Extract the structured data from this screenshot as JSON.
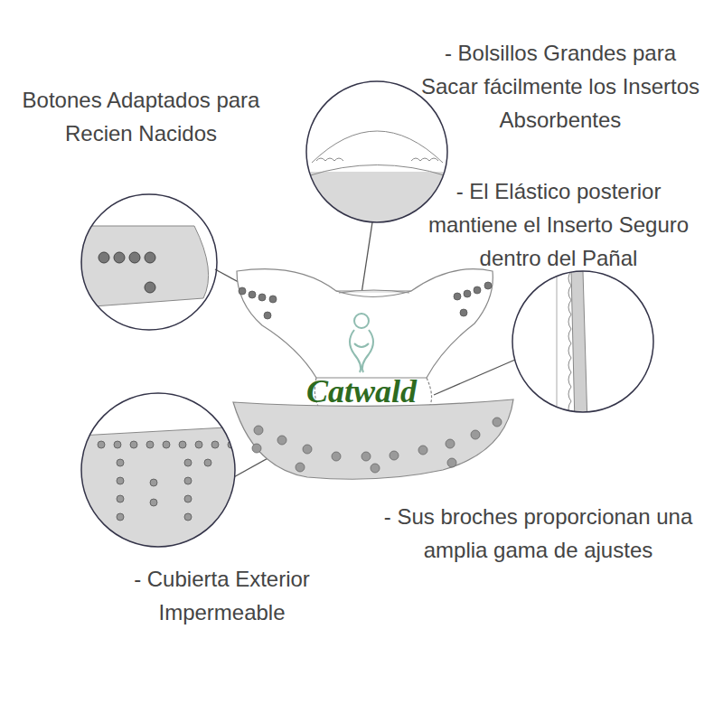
{
  "diagram": {
    "labels": [
      "Botones Adaptados para Recien Nacidos",
      "- Bolsillos Grandes para Sacar fácilmente los Insertos Absorbentes",
      "- El Elástico posterior mantiene el Inserto Seguro dentro del Pañal",
      "Catwald",
      "- Sus broches proporcionan una amplia gama de ajustes",
      "- Cubierta Exterior Impermeable"
    ]
  }
}
